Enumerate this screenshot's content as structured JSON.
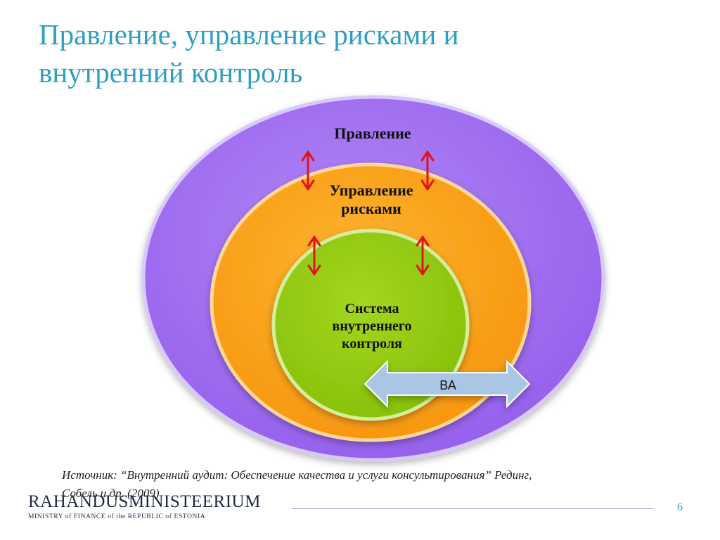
{
  "slide": {
    "title_line1": "Правление, управление рисками и",
    "title_line2": "внутренний контроль"
  },
  "diagram": {
    "outer_label": "Правление",
    "middle_label_line1": "Управление",
    "middle_label_line2": "рисками",
    "inner_label_line1": "Система",
    "inner_label_line2": "внутреннего",
    "inner_label_line3": "контроля",
    "arrow_label": "ВА",
    "colors": {
      "outer": "#9d68ef",
      "middle": "#f99d16",
      "inner": "#95cb13",
      "arrow": "#a9c7e4",
      "interaction_arrows": "#e0121b"
    }
  },
  "source": {
    "line1": "Источник: “Внутренний аудит: Обеспечение качества и услуги консультирования” Рединг,",
    "line2": "Собель и др. (2009)"
  },
  "footer": {
    "logo_main": "RAHANDUSMINISTEERIUM",
    "logo_sub": "MINISTRY of FINANCE of the REPUBLIC of ESTONIA",
    "page_number": "6"
  }
}
